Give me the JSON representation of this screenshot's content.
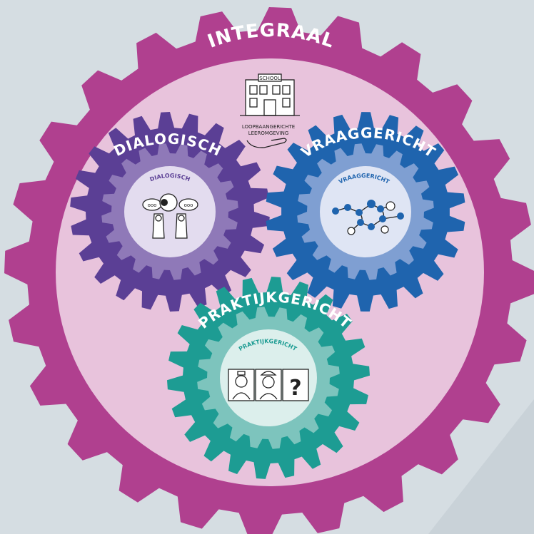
{
  "colors": {
    "background": "#d5dde2",
    "background_band": "#c9d2d8",
    "outer_gear": "#b0408f",
    "outer_fill": "#e8c3dc",
    "dialogisch_outer": "#5b3f95",
    "dialogisch_mid": "#8f79b8",
    "dialogisch_inner": "#e3dcef",
    "vraaggericht_outer": "#1f64ae",
    "vraaggericht_mid": "#7f9fd2",
    "vraaggericht_inner": "#dfe5f4",
    "praktijkgericht_outer": "#1d9c93",
    "praktijkgericht_mid": "#7dc4bd",
    "praktijkgericht_inner": "#dcefec"
  },
  "outer_gear": {
    "label": "INTEGRAAL"
  },
  "school": {
    "sign": "SCHOOL",
    "caption_line1": "LOOPBAANGERICHTE",
    "caption_line2": "LEEROMGEVING",
    "icon": "school-building-on-hand-icon"
  },
  "gears": {
    "dialogisch": {
      "label": "DIALOGISCH",
      "inner_label": "DIALOGISCH",
      "icon": "two-people-talking-icon"
    },
    "vraaggericht": {
      "label": "VRAAGGERICHT",
      "inner_label": "VRAAGGERICHT",
      "icon": "connected-dots-path-icon"
    },
    "praktijkgericht": {
      "label": "PRAKTIJKGERICHT",
      "inner_label": "PRAKTIJKGERICHT",
      "icon": "three-profession-panels-icon"
    }
  }
}
